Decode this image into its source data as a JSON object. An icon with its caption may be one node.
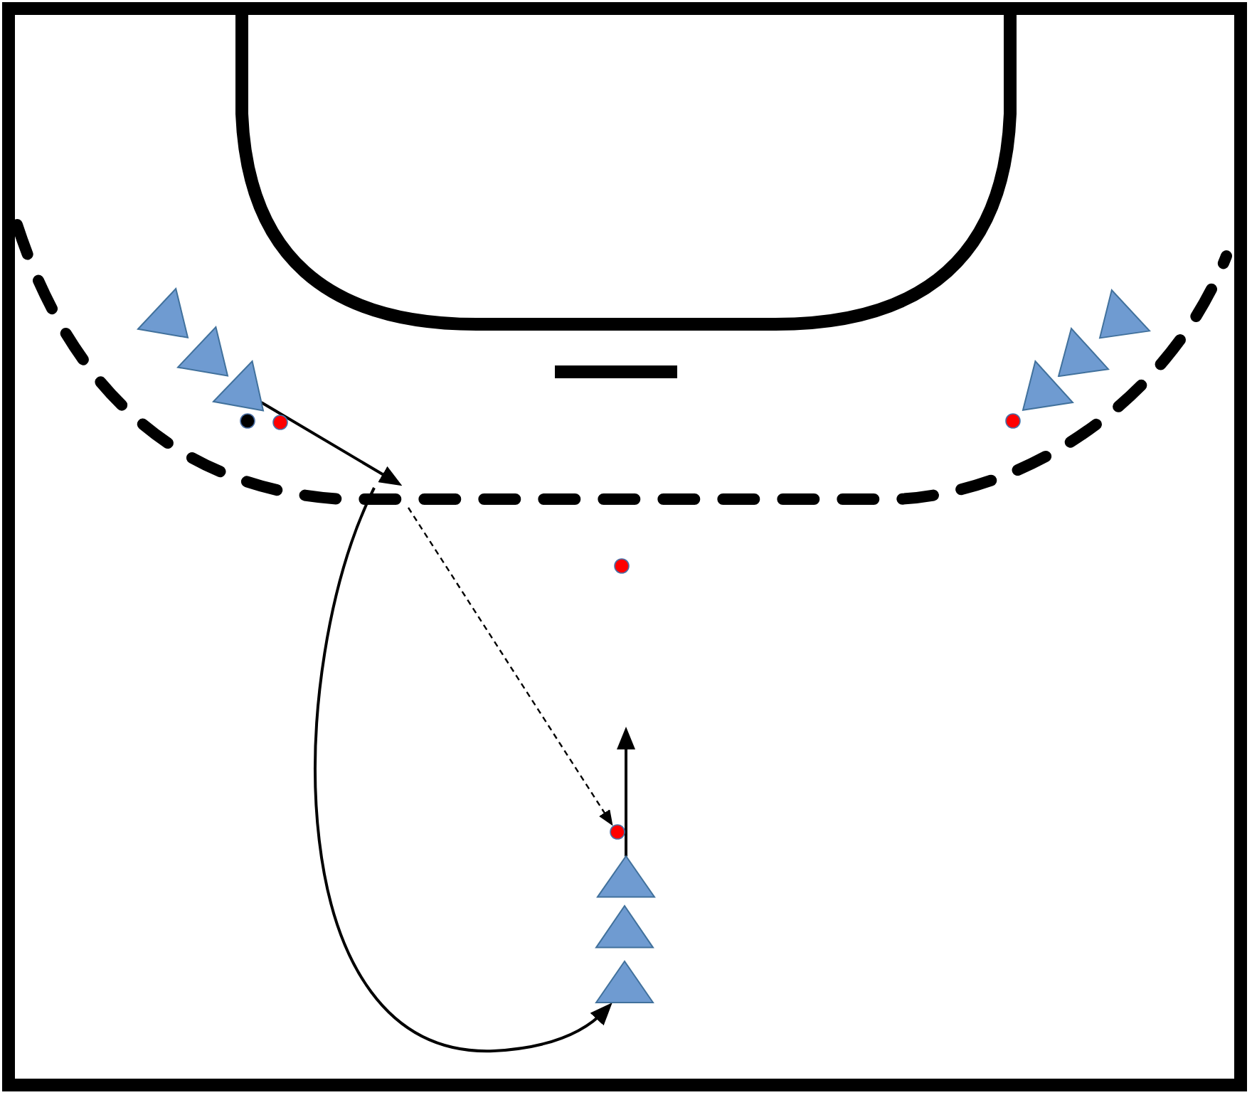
{
  "diagram": {
    "nodes": [
      {
        "text": [],
        "shape": "triangle"
      },
      {
        "text": [],
        "shape": "triangle"
      },
      {
        "text": [],
        "shape": "triangle"
      },
      {
        "text": [],
        "shape": "circle"
      },
      {
        "text": [],
        "shape": "circle"
      },
      {
        "text": [],
        "shape": "triangle"
      },
      {
        "text": [],
        "shape": "triangle"
      },
      {
        "text": [],
        "shape": "triangle"
      },
      {
        "text": [],
        "shape": "circle"
      },
      {
        "text": [],
        "shape": "circle"
      },
      {
        "text": [],
        "shape": "circle"
      },
      {
        "text": [],
        "shape": "triangle"
      },
      {
        "text": [],
        "shape": "triangle"
      },
      {
        "text": [],
        "shape": "triangle"
      }
    ],
    "edges": [
      {
        "from": 2,
        "to": null,
        "arrow": "to"
      },
      {
        "from": null,
        "to": 10,
        "arrow": "to",
        "style": "dashed"
      },
      {
        "from": null,
        "to": 13,
        "arrow": "to"
      },
      {
        "from": 11,
        "to": null,
        "arrow": "to"
      }
    ]
  }
}
